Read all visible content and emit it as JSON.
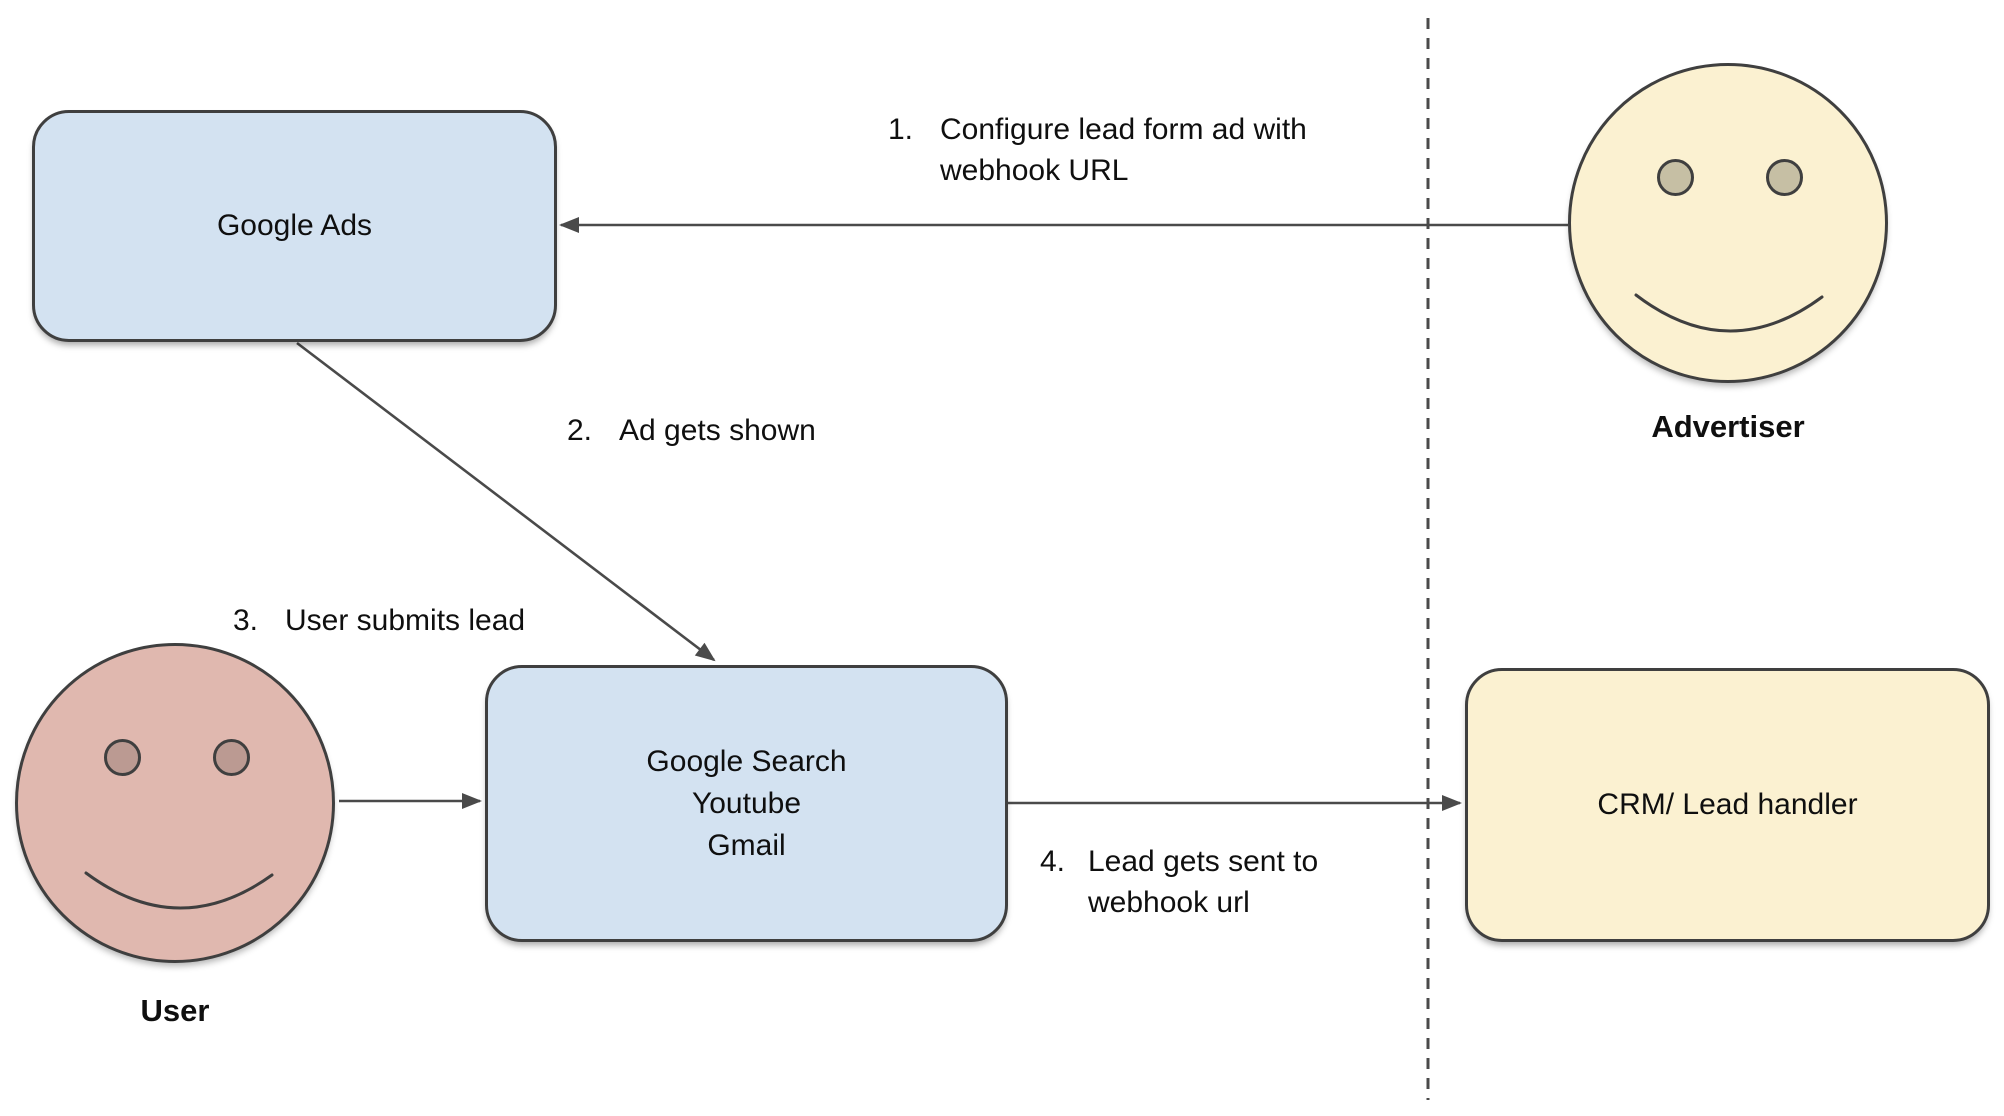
{
  "colors": {
    "background": "#ffffff",
    "blue_fill": "#d3e2f1",
    "cream_fill": "#fbf1d1",
    "pink_fill": "#e0b8af",
    "cream_eye": "#c6bfa4",
    "pink_eye": "#bb9a92",
    "shape_stroke": "#3f3f3f",
    "connector": "#4a4a4a",
    "text": "#0f0f0f"
  },
  "nodes": {
    "google_ads": {
      "label": "Google Ads"
    },
    "surfaces": {
      "line1": "Google Search",
      "line2": "Youtube",
      "line3": "Gmail"
    },
    "crm": {
      "label": "CRM/ Lead handler"
    },
    "advertiser": {
      "label": "Advertiser"
    },
    "user": {
      "label": "User"
    }
  },
  "steps": [
    {
      "num": "1.",
      "line1": "Configure lead form ad with",
      "line2": "webhook URL"
    },
    {
      "num": "2.",
      "line1": "Ad gets shown"
    },
    {
      "num": "3.",
      "line1": "User submits lead"
    },
    {
      "num": "4.",
      "line1": "Lead gets sent to",
      "line2": "webhook url"
    }
  ]
}
